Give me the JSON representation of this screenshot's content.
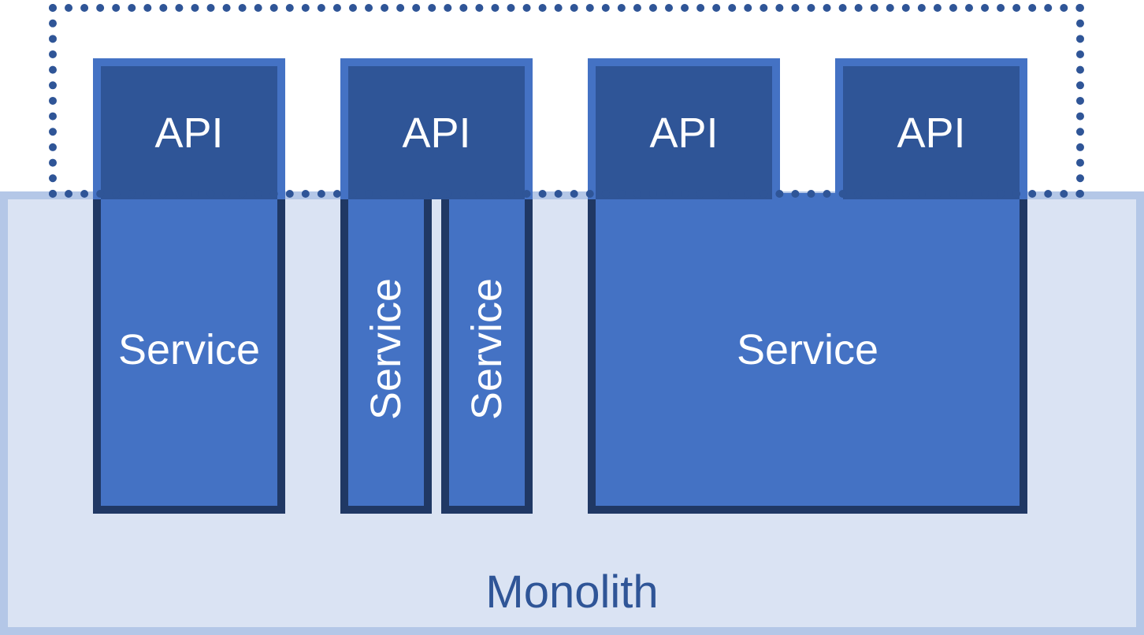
{
  "monolith": {
    "label": "Monolith"
  },
  "apis": [
    {
      "label": "API"
    },
    {
      "label": "API"
    },
    {
      "label": "API"
    },
    {
      "label": "API"
    }
  ],
  "services": [
    {
      "label": "Service",
      "orientation": "horizontal"
    },
    {
      "label": "Service",
      "orientation": "vertical"
    },
    {
      "label": "Service",
      "orientation": "vertical"
    },
    {
      "label": "Service",
      "orientation": "horizontal"
    }
  ],
  "colors": {
    "monolith_fill": "#dae3f3",
    "monolith_border": "#b4c7e7",
    "service_fill": "#4472c4",
    "service_border": "#203864",
    "api_fill": "#2f5597",
    "api_border": "#4472c4",
    "boundary_dots": "#2f5597",
    "monolith_text": "#2f5597"
  }
}
